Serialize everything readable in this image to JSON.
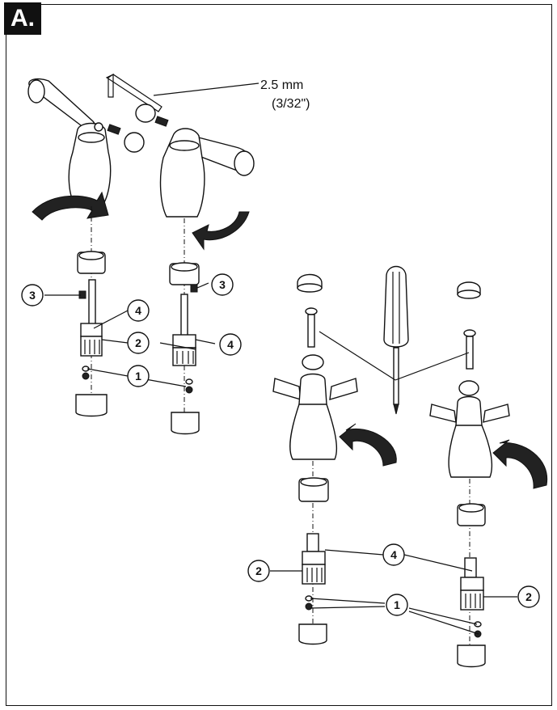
{
  "section_label": "A.",
  "wrench_size": "2.5 mm",
  "wrench_size_imperial": "(3/32\")",
  "callouts": {
    "c1a": "1",
    "c2a": "2",
    "c3a": "3",
    "c4a": "4",
    "c3b": "3",
    "c4b": "4",
    "c2c": "2",
    "c4c": "4",
    "c1c": "1",
    "c2d": "2"
  }
}
